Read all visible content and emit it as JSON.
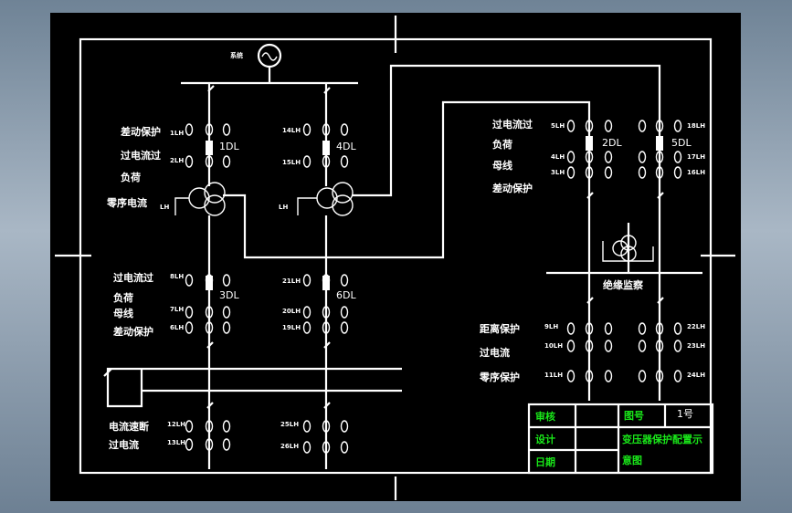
{
  "colors": {
    "background": "#000000",
    "line": "#ffffff",
    "title_block_text": "#19e619",
    "frame": "#8194a7"
  },
  "diagram": {
    "source_label": "系统",
    "breakers": [
      "1DL",
      "4DL",
      "2DL",
      "5DL",
      "3DL",
      "6DL"
    ],
    "cts": {
      "left_top": [
        "1LH",
        "2LH"
      ],
      "mid_top": [
        "14LH",
        "15LH"
      ],
      "right1_top": [
        "5LH",
        "4LH",
        "3LH"
      ],
      "right2_top": [
        "18LH",
        "17LH",
        "16LH"
      ],
      "left_mid": [
        "8LH",
        "7LH",
        "6LH"
      ],
      "mid_mid": [
        "21LH",
        "20LH",
        "19LH"
      ],
      "left_bot": [
        "12LH",
        "13LH"
      ],
      "mid_bot": [
        "25LH",
        "26LH"
      ],
      "right1_bot": [
        "9LH",
        "10LH",
        "11LH"
      ],
      "right2_bot": [
        "22LH",
        "23LH",
        "24LH"
      ],
      "neutral_left": "LH",
      "neutral_mid": "LH"
    },
    "labels": {
      "left_top": [
        "差动保护",
        "过电流过",
        "负荷",
        "零序电流"
      ],
      "right_top": [
        "过电流过",
        "负荷",
        "母线",
        "差动保护"
      ],
      "left_mid": [
        "过电流过",
        "负荷",
        "母线",
        "差动保护"
      ],
      "left_bot": [
        "电流速断",
        "过电流"
      ],
      "right_bot": [
        "距离保护",
        "过电流",
        "零序保护"
      ],
      "insulation": "绝缘监察"
    }
  },
  "title_block": {
    "cells": [
      "审核",
      "图号",
      "1号",
      "设计",
      "日期"
    ],
    "title_line1": "变压器保护配置示",
    "title_line2": "意图"
  }
}
